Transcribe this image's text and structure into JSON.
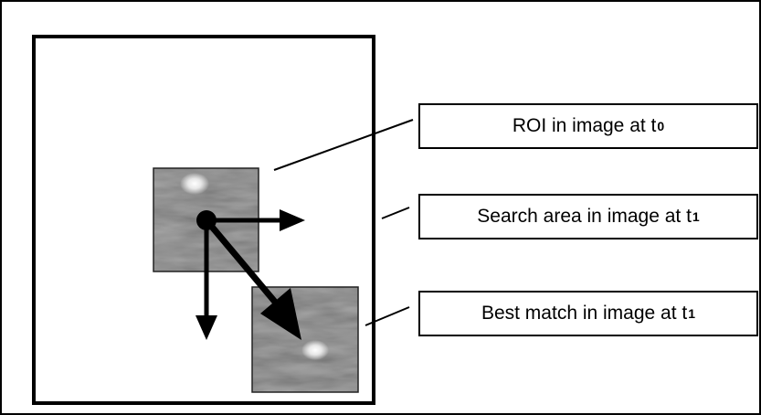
{
  "labels": {
    "roi": {
      "text": "ROI in image at t",
      "sub": "0"
    },
    "search": {
      "text": "Search area in image at t",
      "sub": "1"
    },
    "best": {
      "text": "Best match in image at t",
      "sub": "1"
    }
  },
  "colors": {
    "frame": "#000000",
    "patch_base": "#5e5e5e",
    "bright_spot": "#ffffff"
  }
}
